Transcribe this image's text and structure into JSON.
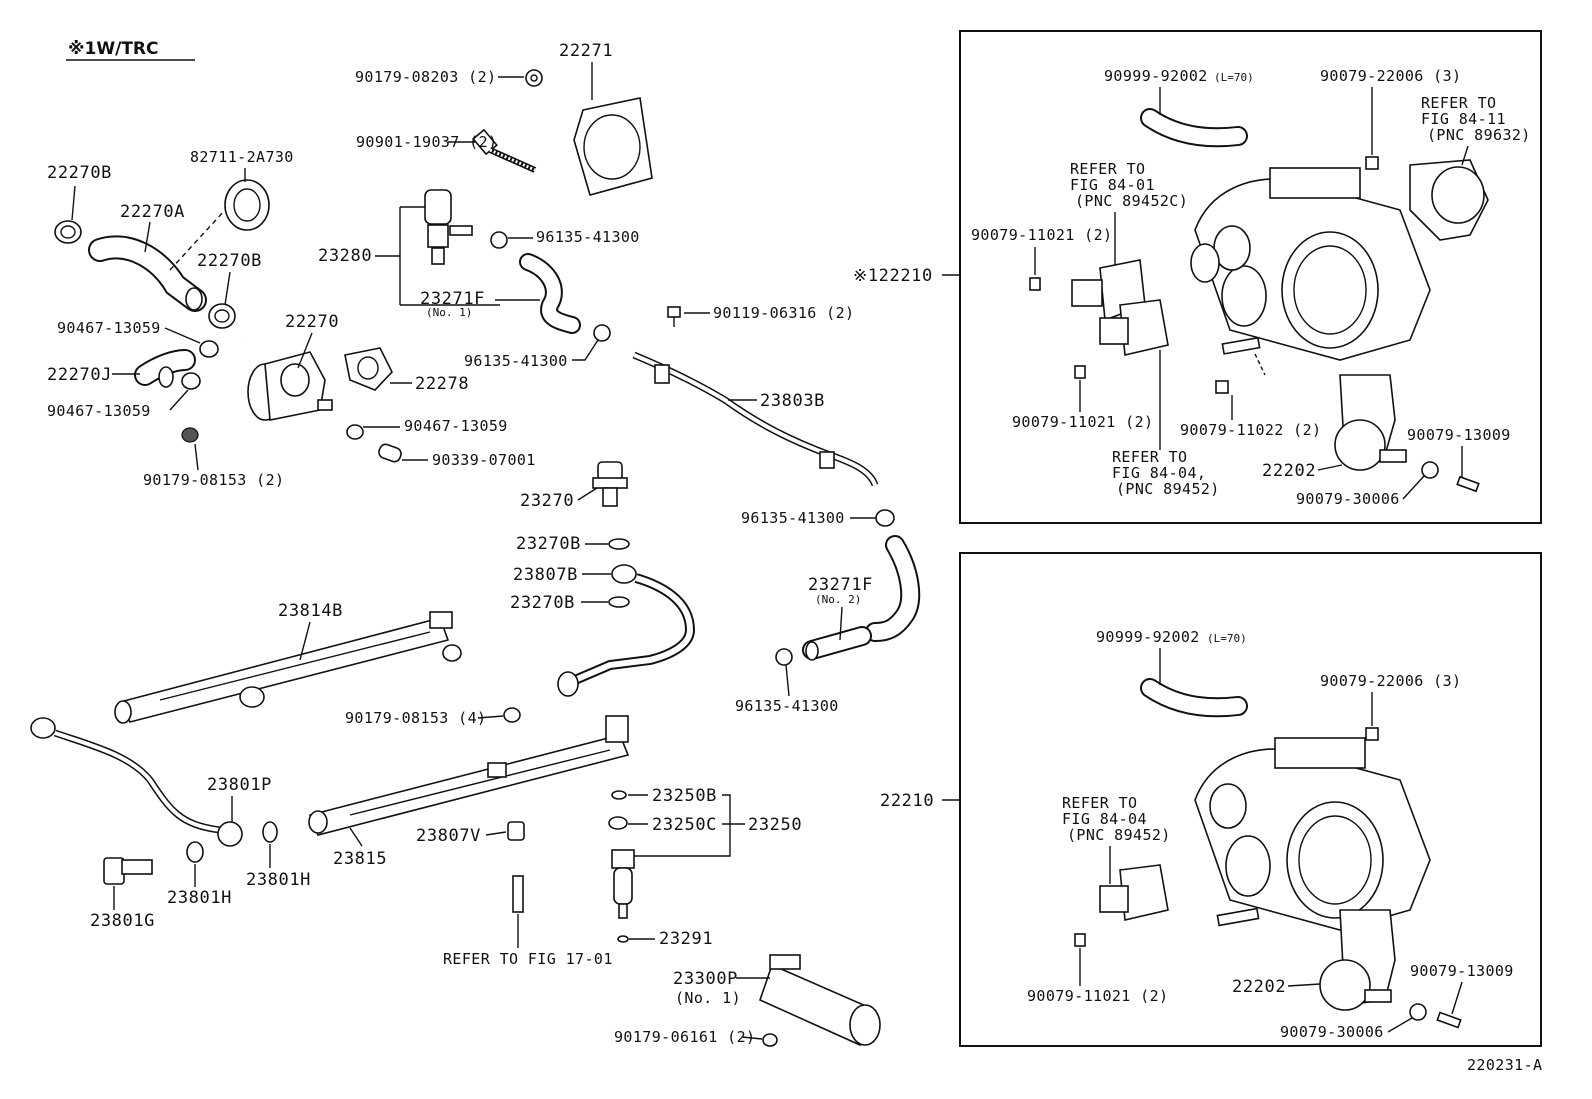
{
  "diagram": {
    "title": "※1W/TRC",
    "figure_id": "220231-A"
  },
  "labels": {
    "p22271": "22271",
    "p90179_08203": "90179-08203 (2)",
    "p90901_19037": "90901-19037 (2)",
    "p82711_2A730": "82711-2A730",
    "p22270B_a": "22270B",
    "p22270A": "22270A",
    "p22270B_b": "22270B",
    "p23280": "23280",
    "p96135_41300_a": "96135-41300",
    "p23271F_1": "23271F",
    "p23271F_1_note": "(No. 1)",
    "p90467_13059_a": "90467-13059",
    "p22270": "22270",
    "p22270J": "22270J",
    "p90467_13059_b": "90467-13059",
    "p22278": "22278",
    "p96135_41300_b": "96135-41300",
    "p90119_06316": "90119-06316 (2)",
    "p90467_13059_c": "90467-13059",
    "p90339_07001": "90339-07001",
    "p90179_08153_2": "90179-08153 (2)",
    "p23803B": "23803B",
    "p23270": "23270",
    "p96135_41300_c": "96135-41300",
    "p23270B_a": "23270B",
    "p23807B": "23807B",
    "p23270B_b": "23270B",
    "p23271F_2": "23271F",
    "p23271F_2_note": "(No. 2)",
    "p23814B": "23814B",
    "p96135_41300_d": "96135-41300",
    "p90179_08153_4": "90179-08153 (4)",
    "p23801P": "23801P",
    "p23250B": "23250B",
    "p23250C": "23250C",
    "p23250": "23250",
    "p23807V": "23807V",
    "p23815": "23815",
    "p23801H_a": "23801H",
    "p23801H_b": "23801H",
    "p23801G": "23801G",
    "p23291": "23291",
    "refer_17_01": "REFER TO FIG 17-01",
    "p23300P": "23300P",
    "p23300P_note": "(No. 1)",
    "p90179_06161": "90179-06161 (2)"
  },
  "box1": {
    "p90999_92002": "90999-92002",
    "p90999_note": "(L=70)",
    "p90079_22006": "90079-22006 (3)",
    "refer_84_11": [
      "REFER TO",
      "FIG 84-11",
      "(PNC 89632)"
    ],
    "refer_84_01": [
      "REFER TO",
      "FIG 84-01",
      "(PNC 89452C)"
    ],
    "p90079_11021_a": "90079-11021 (2)",
    "p122210": "※122210",
    "p90079_11021_b": "90079-11021 (2)",
    "p90079_11022": "90079-11022 (2)",
    "p90079_13009": "90079-13009",
    "refer_84_04": [
      "REFER TO",
      "FIG 84-04,",
      "(PNC 89452)"
    ],
    "p22202": "22202",
    "p90079_30006": "90079-30006"
  },
  "box2": {
    "p90999_92002": "90999-92002",
    "p90999_note": "(L=70)",
    "p90079_22006": "90079-22006 (3)",
    "p22210": "22210",
    "refer_84_04": [
      "REFER TO",
      "FIG 84-04",
      "(PNC 89452)"
    ],
    "p90079_11021": "90079-11021 (2)",
    "p22202": "22202",
    "p90079_13009": "90079-13009",
    "p90079_30006": "90079-30006"
  }
}
